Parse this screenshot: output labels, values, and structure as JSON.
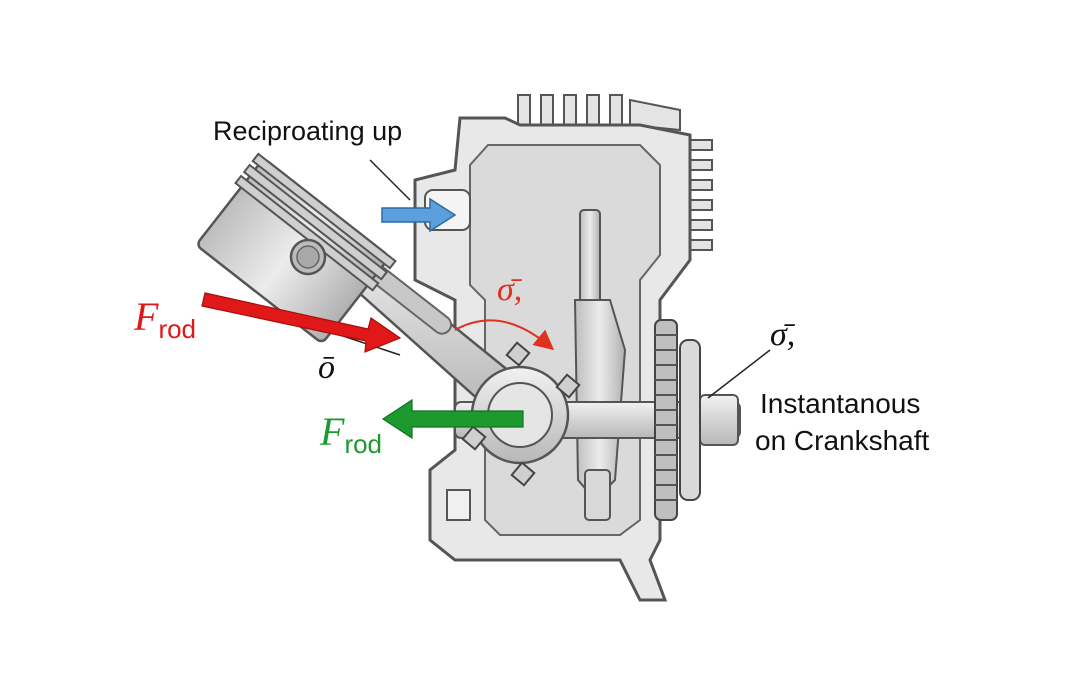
{
  "labels": {
    "reciprocating": "Reciproating up",
    "f_rod_red_main": "F",
    "f_rod_red_sub": "rod",
    "f_rod_green_main": "F",
    "f_rod_green_sub": "rod",
    "omega_center": "σ̄,",
    "omega_right": "σ̄,",
    "omega_left": "ō",
    "instant_line1": "Instantanous",
    "instant_line2": "on Crankshaft"
  },
  "colors": {
    "red_force": "#e01818",
    "green_force": "#1d9a2e",
    "blue_arrow": "#5b9fdc",
    "rotation_arc": "#e03020",
    "metal_light": "#e6e6e6",
    "metal_mid": "#cfcfcf",
    "outline": "#555555"
  }
}
